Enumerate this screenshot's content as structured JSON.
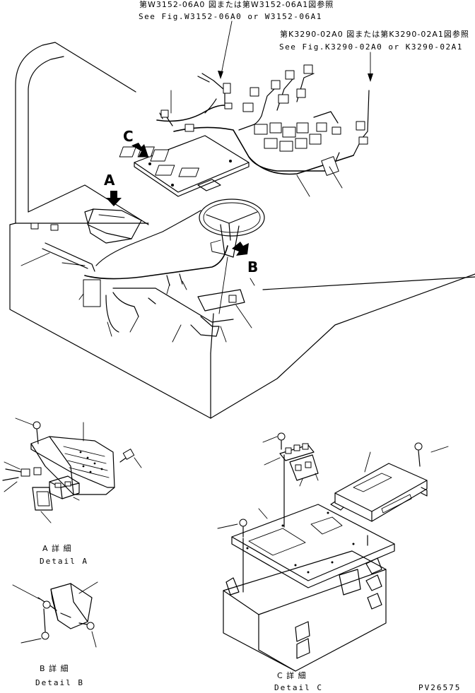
{
  "references": {
    "top_jp": "第W3152-06A0 図または第W3152-06A1図参照",
    "top_en": "See Fig.W3152-06A0 or W3152-06A1",
    "right_jp": "第K3290-02A0 図または第K3290-02A1図参照",
    "right_en": "See Fig.K3290-02A0 or K3290-02A1"
  },
  "view_markers": {
    "a": "A",
    "b": "B",
    "c": "C"
  },
  "details": {
    "a_jp": "A 詳 細",
    "a_en": "Detail A",
    "b_jp": "B 詳 細",
    "b_en": "Detail B",
    "c_jp": "C 詳 細",
    "c_en": "Detail C"
  },
  "drawing_code": "PV26575"
}
